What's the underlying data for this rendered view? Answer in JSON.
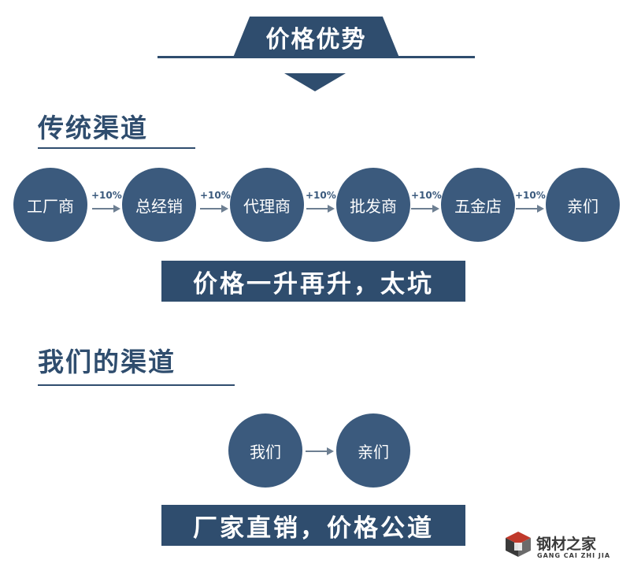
{
  "header": {
    "title": "价格优势"
  },
  "traditional": {
    "title": "传统渠道",
    "nodes": [
      "工厂商",
      "总经销",
      "代理商",
      "批发商",
      "五金店",
      "亲们"
    ],
    "markup": "+10%",
    "banner": "价格一升再升，太坑"
  },
  "ours": {
    "title": "我们的渠道",
    "nodes": [
      "我们",
      "亲们"
    ],
    "banner": "厂家直销，价格公道"
  },
  "logo": {
    "name": "钢材之家",
    "pinyin": "GANG CAI ZHI JIA",
    "icon": "cube-logo-icon"
  },
  "colors": {
    "primary": "#2f4d6e",
    "node": "#3b5a7d",
    "arrow": "#6d7f92"
  }
}
